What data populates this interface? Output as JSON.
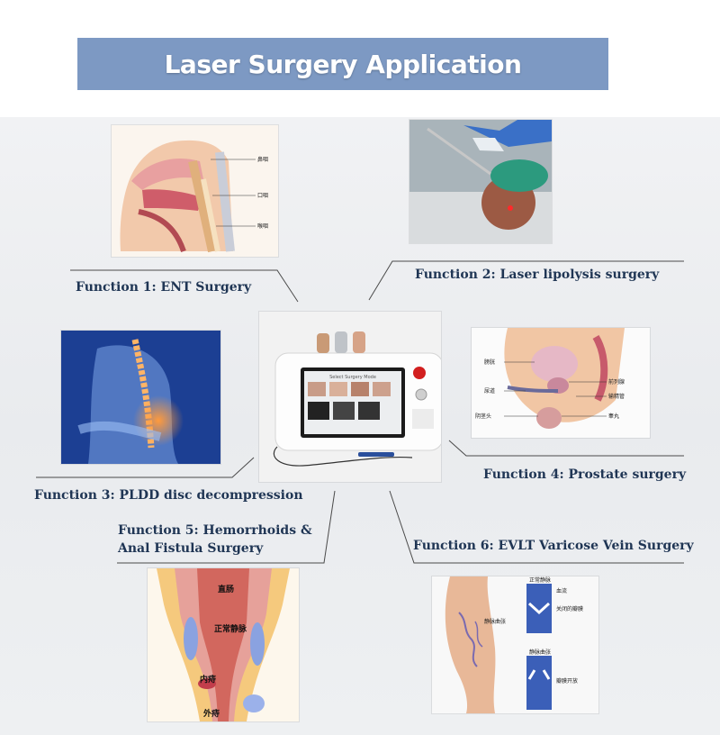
{
  "banner": {
    "title": "Laser Surgery Application"
  },
  "functions": [
    {
      "label": "Function 1: ENT Surgery"
    },
    {
      "label": "Function 2: Laser lipolysis surgery"
    },
    {
      "label": "Function 3: PLDD disc decompression"
    },
    {
      "label": "Function 4: Prostate surgery"
    },
    {
      "label": "Function 5: Hemorrhoids &",
      "label2": "Anal Fistula Surgery"
    },
    {
      "label": "Function 6: EVLT Varicose Vein Surgery"
    }
  ],
  "ent_diagram": {
    "labels": [
      "鼻咽",
      "口咽",
      "喉咽"
    ]
  },
  "prostate_diagram": {
    "labels": [
      "膀胱",
      "尿道",
      "阴茎头",
      "前列腺",
      "输精管",
      "睾丸"
    ]
  },
  "hemorrhoid_diagram": {
    "labels": [
      "直肠",
      "正常静脉",
      "内痔",
      "外痔"
    ]
  },
  "vein_diagram": {
    "labels": [
      "正常静脉",
      "血流",
      "关闭的瓣膜",
      "静脉曲张",
      "静脉曲张",
      "瓣膜开放"
    ]
  },
  "device": {
    "screen_title": "Select Surgery Mode"
  },
  "colors": {
    "banner": "#7d99c3",
    "label_text": "#1f3554",
    "connector": "#4a4a4a"
  }
}
